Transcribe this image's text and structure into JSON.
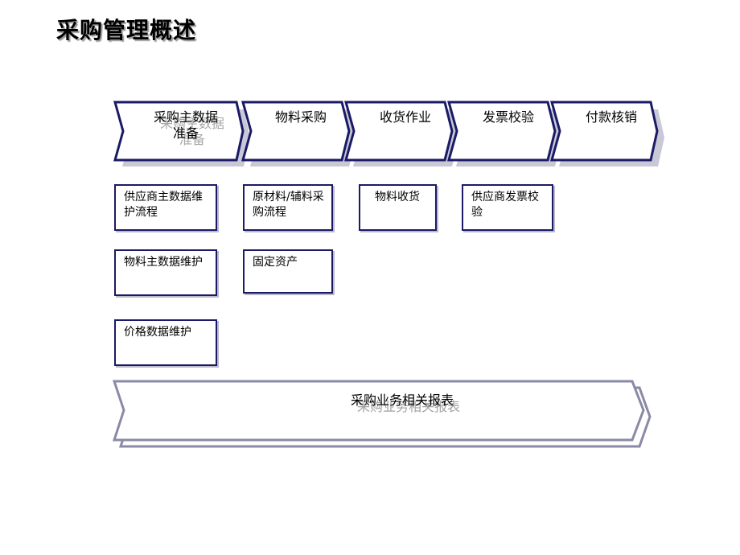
{
  "page": {
    "title": "采购管理概述"
  },
  "steps": [
    {
      "label": "采购主数据准备"
    },
    {
      "label": "物料采购"
    },
    {
      "label": "收货作业"
    },
    {
      "label": "发票校验"
    },
    {
      "label": "付款核销"
    }
  ],
  "boxes": [
    {
      "label": "供应商主数据维护流程"
    },
    {
      "label": "物料主数据维护"
    },
    {
      "label": "价格数据维护"
    },
    {
      "label": "原材料/辅料采购流程"
    },
    {
      "label": "固定资产"
    },
    {
      "label": "物料收货"
    },
    {
      "label": "供应商发票校验"
    }
  ],
  "report": {
    "label": "采购业务相关报表"
  },
  "colors": {
    "border": "#1a1a66",
    "shadow": "#b9b9c9",
    "fill": "#ffffff"
  }
}
